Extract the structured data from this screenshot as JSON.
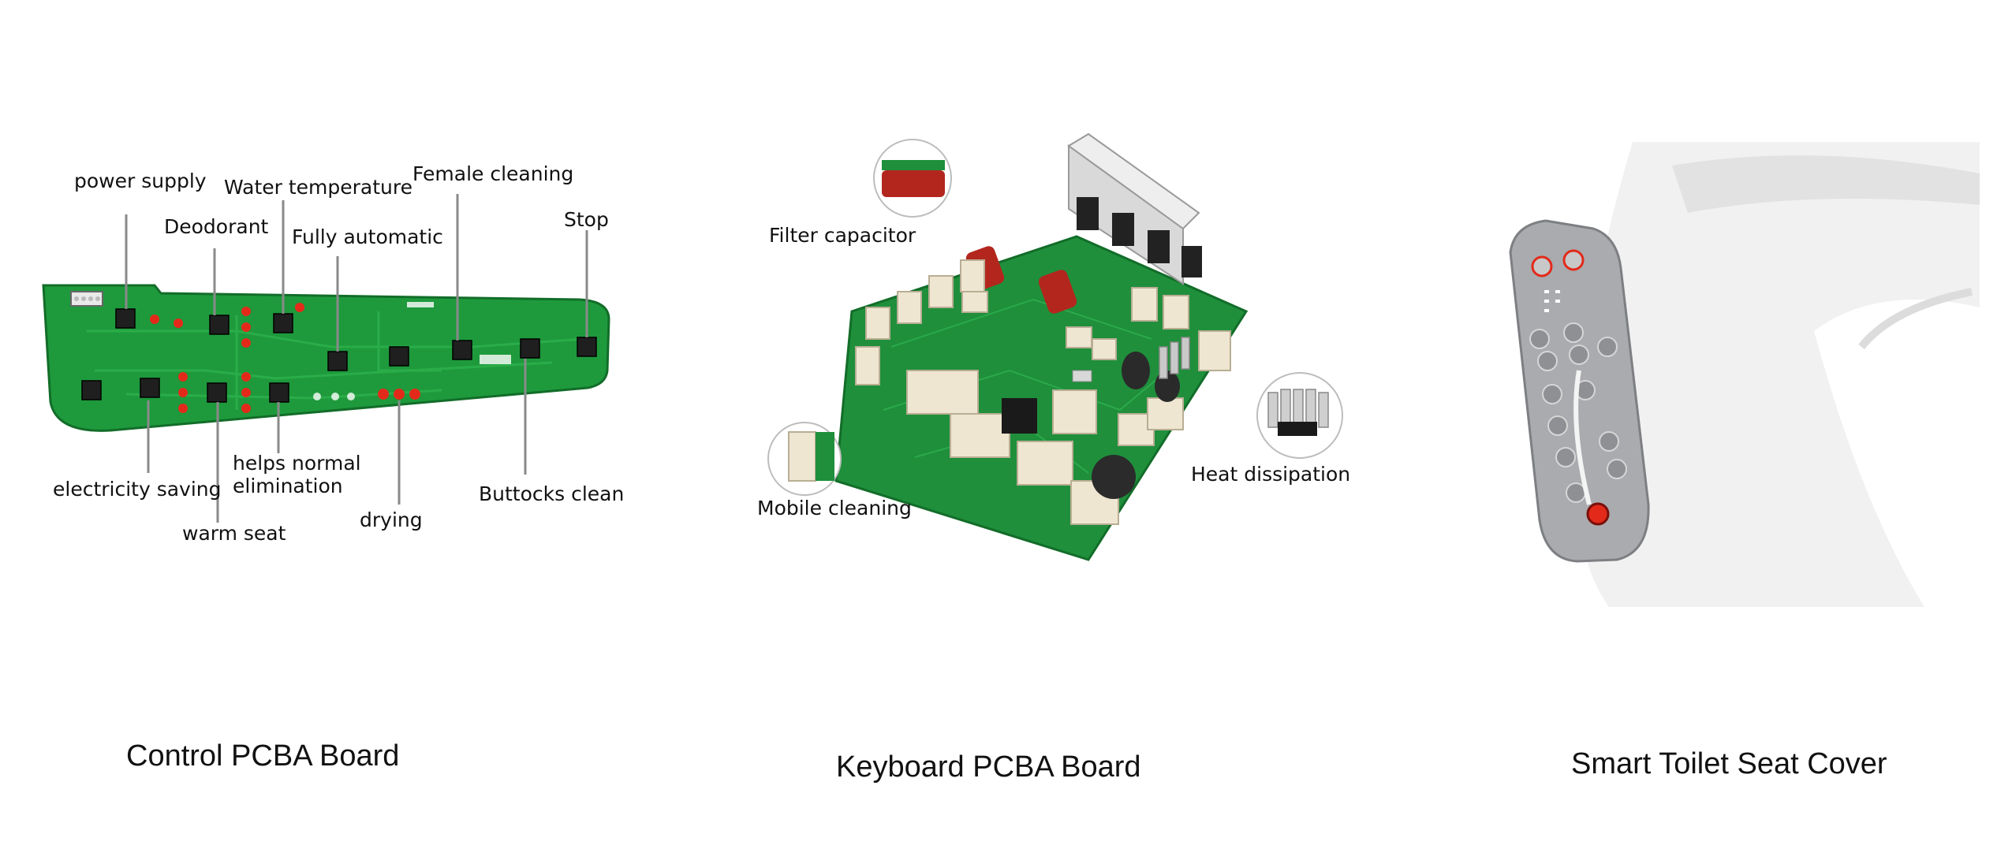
{
  "panels": [
    {
      "caption": "Control PCBA Board",
      "labels": {
        "power_supply": "power supply",
        "water_temperature": "Water temperature",
        "female_cleaning": "Female cleaning",
        "deodorant": "Deodorant",
        "stop": "Stop",
        "fully_automatic": "Fully automatic",
        "electricity_saving": "electricity saving",
        "helps_normal_elimination": "helps normal\nelimination",
        "buttocks_clean": "Buttocks clean",
        "warm_seat": "warm seat",
        "drying": "drying"
      }
    },
    {
      "caption": "Keyboard PCBA Board",
      "labels": {
        "filter_capacitor": "Filter capacitor",
        "mobile_cleaning": "Mobile cleaning",
        "heat_dissipation": "Heat dissipation"
      }
    },
    {
      "caption": "Smart Toilet Seat Cover"
    }
  ],
  "colors": {
    "pcb_green": "#1e9a3c",
    "pcb_dark": "#157a2d",
    "connector": "#efe6d2",
    "capacitor": "#b3261e",
    "leader_line": "#8a8a8a",
    "led_red": "#e32a1a",
    "seat_white": "#f1f1f1",
    "panel_gray": "#a9abae"
  },
  "icons": [
    "control-pcb-illustration",
    "keyboard-pcb-illustration",
    "toilet-seat-illustration"
  ]
}
